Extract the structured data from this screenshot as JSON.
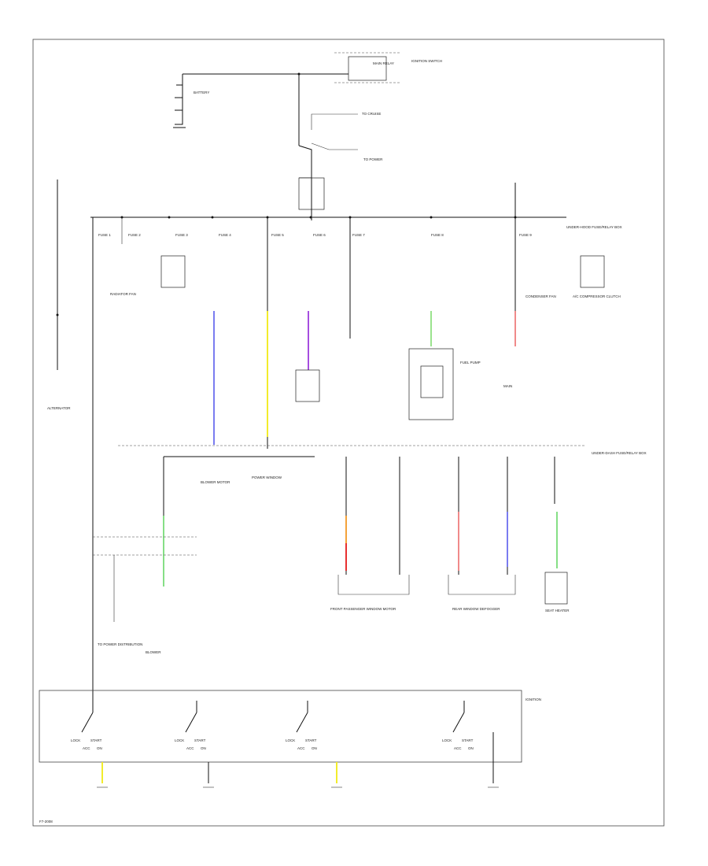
{
  "colors": {
    "blue": "#7a7cf0",
    "yellow": "#f2ec2c",
    "purple": "#a64ee0",
    "green": "#9ae38e",
    "pink": "#f08a8a",
    "red": "#e83030",
    "orange": "#f4a23a",
    "green2": "#86df86",
    "yellow2": "#f2ec2c"
  },
  "labels": {
    "ignition_switch": "IGNITION SWITCH",
    "main_relay": "MAIN RELAY",
    "battery": "BATTERY",
    "alternator": "ALTERNATOR",
    "ignition": "IGNITION",
    "under_hood_fuse": "UNDER-HOOD FUSE/RELAY BOX",
    "under_dash_fuse": "UNDER-DASH FUSE/RELAY BOX",
    "power_window": "POWER WINDOW",
    "blower_motor": "BLOWER MOTOR",
    "radiator_fan": "RADIATOR FAN",
    "condenser_fan": "CONDENSER FAN",
    "ac_compressor": "A/C COMPRESSOR CLUTCH",
    "fuel_pump": "FUEL PUMP",
    "front_passenger_window": "FRONT PASSENGER WINDOW MOTOR",
    "rear_window_defogger": "REAR WINDOW DEFOGGER",
    "seat_heater": "SEAT HEATER",
    "to_power_distribution": "TO POWER DISTRIBUTION",
    "footer_code": "F7-2008"
  },
  "switch_labels": {
    "lock": "LOCK",
    "acc": "ACC",
    "on": "ON",
    "start": "START"
  }
}
